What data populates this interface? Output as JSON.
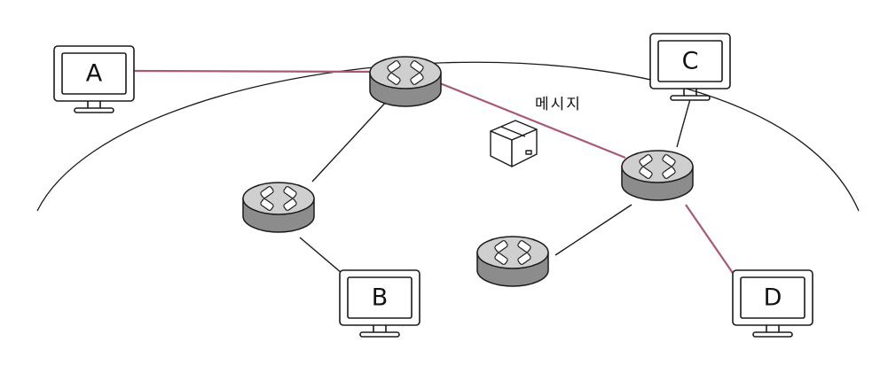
{
  "computers": [
    {
      "id": "A",
      "label": "A"
    },
    {
      "id": "B",
      "label": "B"
    },
    {
      "id": "C",
      "label": "C"
    },
    {
      "id": "D",
      "label": "D"
    }
  ],
  "message_label": "메시지",
  "colors": {
    "stroke": "#1a1a1a",
    "path_highlight": "#a85a74",
    "router_top": "#cfcfcf",
    "router_side": "#8c8c8c",
    "arrow_fill": "#ffffff"
  }
}
